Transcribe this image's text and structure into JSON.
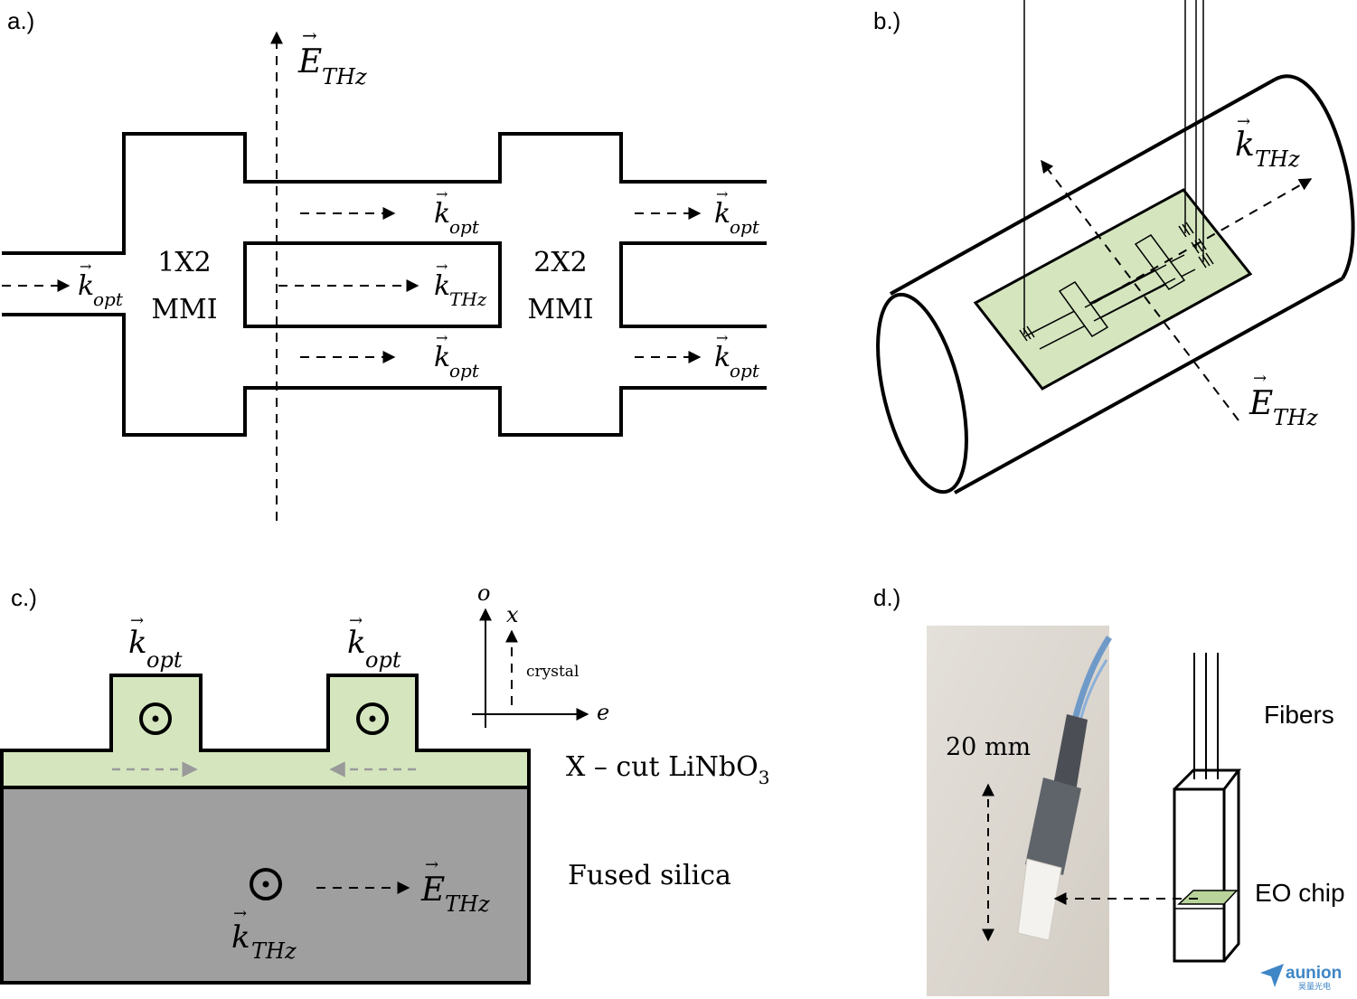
{
  "panels": {
    "a": {
      "label": "a.)",
      "mmi1": [
        "1X2",
        "MMI"
      ],
      "mmi2": [
        "2X2",
        "MMI"
      ],
      "e_symbol": "E",
      "e_sub": "THz",
      "k_symbol": "k",
      "k_opt_sub": "opt",
      "k_thz_sub": "THz"
    },
    "b": {
      "label": "b.)",
      "k_symbol": "k",
      "k_sub": "THz",
      "e_symbol": "E",
      "e_sub": "THz"
    },
    "c": {
      "label": "c.)",
      "k_symbol": "k",
      "k_opt_sub": "opt",
      "axis_o": "o",
      "axis_x": "x",
      "axis_e": "e",
      "crystal": "crystal",
      "layer_main": "X – cut LiNbO",
      "layer_sub": "3",
      "substrate": "Fused silica",
      "e_symbol": "E",
      "e_sub": "THz",
      "k_thz_sub": "THz"
    },
    "d": {
      "label": "d.)",
      "scale": "20 mm",
      "fibers": "Fibers",
      "eo_chip": "EO chip"
    }
  },
  "watermark": {
    "brand": "aunion",
    "brand_cn": "昊量光电"
  },
  "colors": {
    "chip_green": "#d5e6bf",
    "substrate_gray": "#9f9f9f",
    "arrow_gray": "#9a9a9a",
    "photo_bg": "#ded9d2",
    "cable_blue": "#6f9ac8",
    "watermark_blue": "#3f86c6"
  }
}
